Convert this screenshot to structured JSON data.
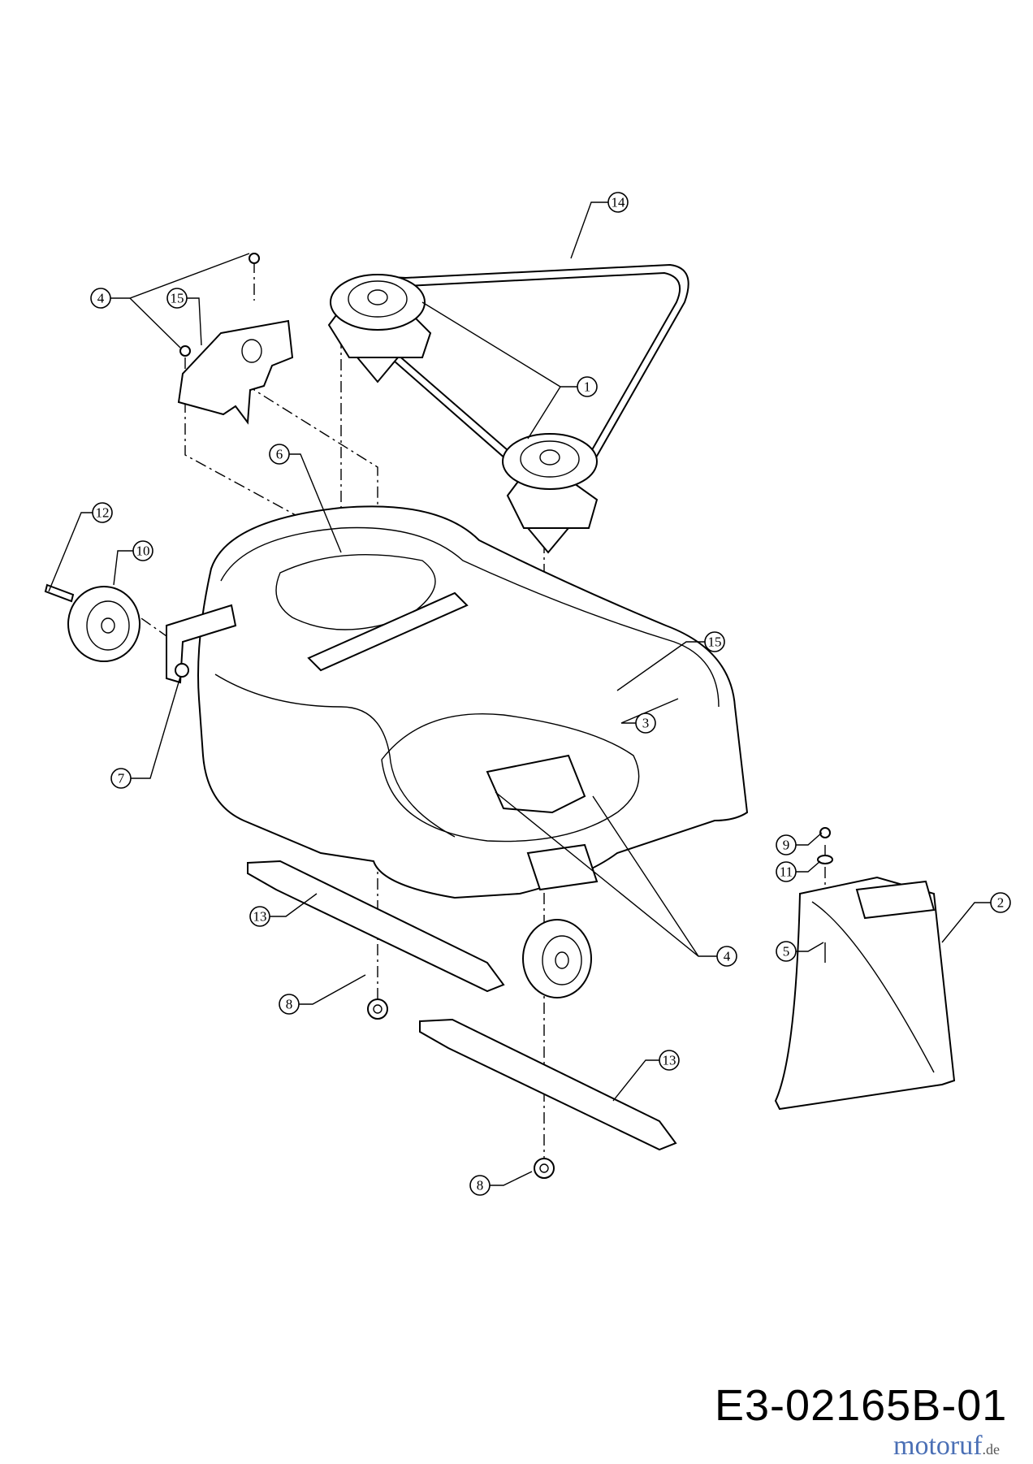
{
  "diagram": {
    "drawing_number": "E3-02165B-01",
    "watermark": {
      "text": "motoruf",
      "suffix": ".de"
    },
    "callouts": {
      "c14": "14",
      "c4a": "4",
      "c15a": "15",
      "c1": "1",
      "c6": "6",
      "c12": "12",
      "c10": "10",
      "c7": "7",
      "c15b": "15",
      "c3": "3",
      "c9": "9",
      "c11": "11",
      "c2": "2",
      "c5": "5",
      "c4b": "4",
      "c13a": "13",
      "c8a": "8",
      "c13b": "13",
      "c8b": "8"
    }
  }
}
